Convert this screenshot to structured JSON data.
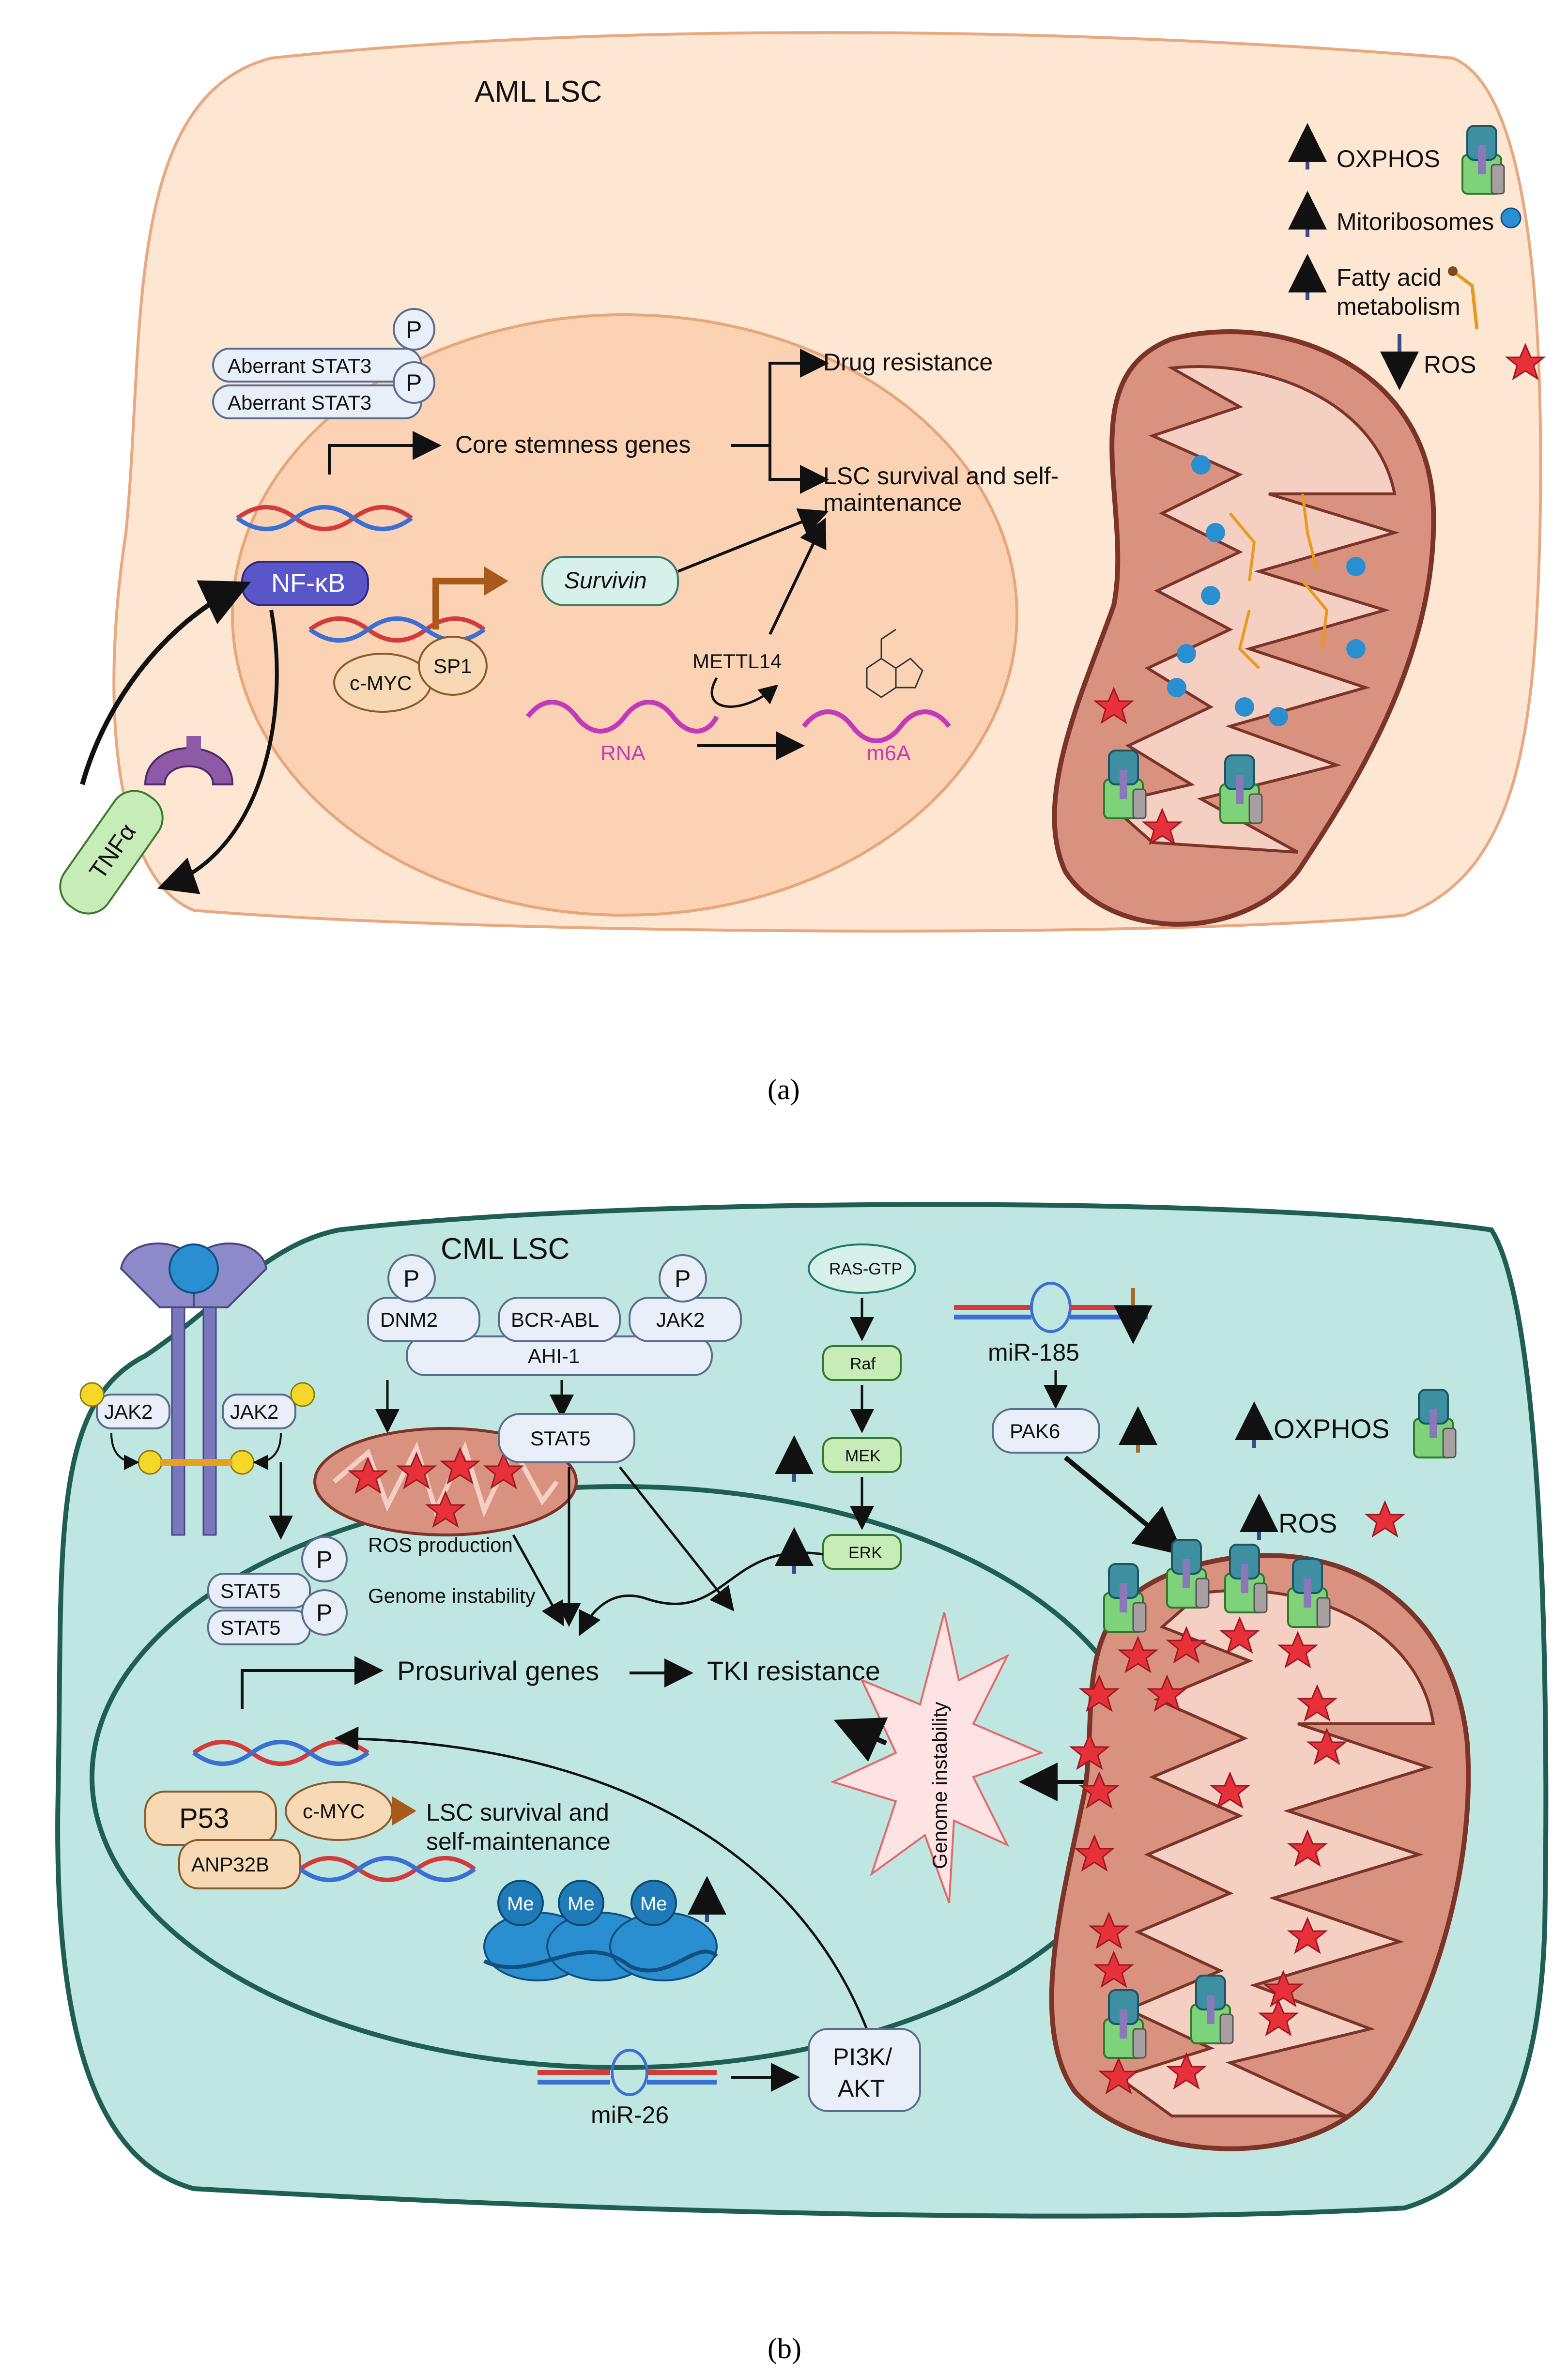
{
  "panel_a": {
    "cell_title": "AML LSC",
    "stat3_top": "Aberrant STAT3",
    "stat3_bottom": "Aberrant STAT3",
    "phospho": "P",
    "core_genes": "Core stemness genes",
    "drug_resistance": "Drug resistance",
    "lsc_survival_1": "LSC survival and self-",
    "lsc_survival_2": "maintenance",
    "nfkb": "NF-κB",
    "survivin": "Survivin",
    "cmyc": "c-MYC",
    "sp1": "SP1",
    "mettl14": "METTL14",
    "rna": "RNA",
    "m6a": "m6A",
    "tnfa": "TNFα",
    "legend": [
      {
        "dir": "up",
        "label": "OXPHOS"
      },
      {
        "dir": "up",
        "label": "Mitoribosomes"
      },
      {
        "dir": "up",
        "label": "Fatty acid"
      },
      {
        "dir": "none",
        "label": "metabolism"
      },
      {
        "dir": "down",
        "label": "ROS"
      }
    ],
    "caption": "(a)"
  },
  "panel_b": {
    "cell_title": "CML LSC",
    "dnm2": "DNM2",
    "bcr_abl": "BCR-ABL",
    "jak2_top": "JAK2",
    "ahi1": "AHI-1",
    "stat5_top": "STAT5",
    "jak2_left": "JAK2",
    "jak2_right": "JAK2",
    "phospho": "P",
    "ros_production": "ROS production",
    "genome_instability_1": "Genome instability",
    "stat5_a": "STAT5",
    "stat5_b": "STAT5",
    "prosurvival": "Prosurival genes",
    "tki": "TKI resistance",
    "ras_gtp": "RAS-GTP",
    "raf": "Raf",
    "mek": "MEK",
    "erk": "ERK",
    "mir185": "miR-185",
    "pak6": "PAK6",
    "oxphos": "OXPHOS",
    "ros": "ROS",
    "genome_instability_2": "Genome instability",
    "p53": "P53",
    "anp32b": "ANP32B",
    "cmyc": "c-MYC",
    "lsc_survival_1": "LSC survival and",
    "lsc_survival_2": "self-maintenance",
    "me": "Me",
    "mir26": "miR-26",
    "pi3k_1": "PI3K/",
    "pi3k_2": "AKT",
    "caption": "(b)"
  },
  "colors": {
    "aml_cell": "#fde6d2",
    "aml_nucleus": "#fbd3b4",
    "cml_cell": "#bfe6e1",
    "cml_border": "#1f5e52",
    "mito": "#d99180",
    "mito_border": "#7c3328",
    "ros_star": "#e8303a",
    "arrow_blue": "#3a4a8c",
    "arrow_brown": "#a56a23",
    "nfkb": "#5a55c8",
    "m6a": "#c23ab8"
  }
}
